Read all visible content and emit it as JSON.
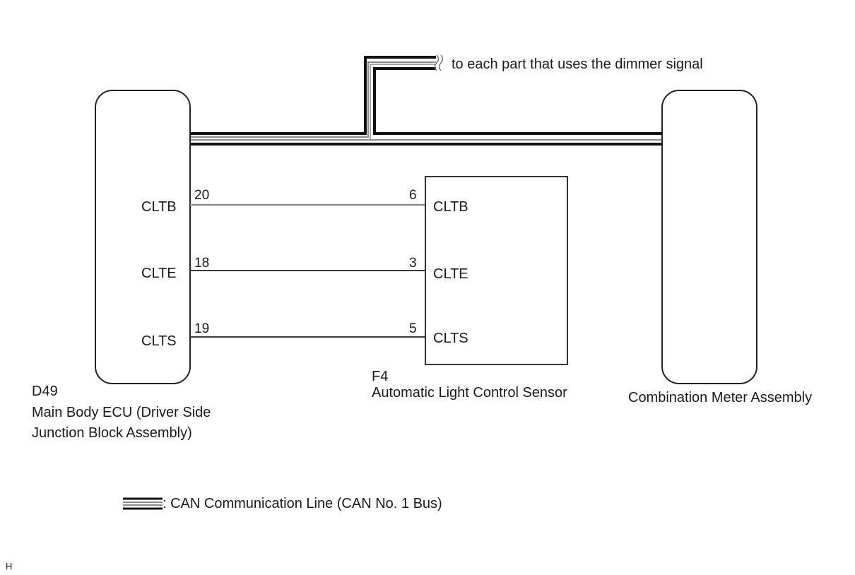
{
  "diagram": {
    "type": "wiring-diagram",
    "branch_note": "to each part that uses the dimmer signal",
    "components": {
      "main_body_ecu": {
        "code": "D49",
        "name_line1": "Main Body ECU (Driver Side",
        "name_line2": "Junction Block Assembly)",
        "pins": [
          {
            "label": "CLTB",
            "number": "20"
          },
          {
            "label": "CLTE",
            "number": "18"
          },
          {
            "label": "CLTS",
            "number": "19"
          }
        ]
      },
      "light_sensor": {
        "code": "F4",
        "name": "Automatic Light Control Sensor",
        "pins": [
          {
            "label": "CLTB",
            "number": "6"
          },
          {
            "label": "CLTE",
            "number": "3"
          },
          {
            "label": "CLTS",
            "number": "5"
          }
        ]
      },
      "combination_meter": {
        "name": "Combination Meter Assembly"
      }
    },
    "wires": [
      {
        "from": "D49-20",
        "to": "F4-6",
        "signal": "CLTB",
        "color": "#8c8c8c"
      },
      {
        "from": "D49-18",
        "to": "F4-3",
        "signal": "CLTE",
        "color": "#3a3a3a"
      },
      {
        "from": "D49-19",
        "to": "F4-5",
        "signal": "CLTS",
        "color": "#3a3a3a"
      }
    ],
    "legend": {
      "symbol": "can-bus-line",
      "text": ": CAN Communication Line (CAN No. 1 Bus)"
    },
    "corner_mark": "H"
  }
}
